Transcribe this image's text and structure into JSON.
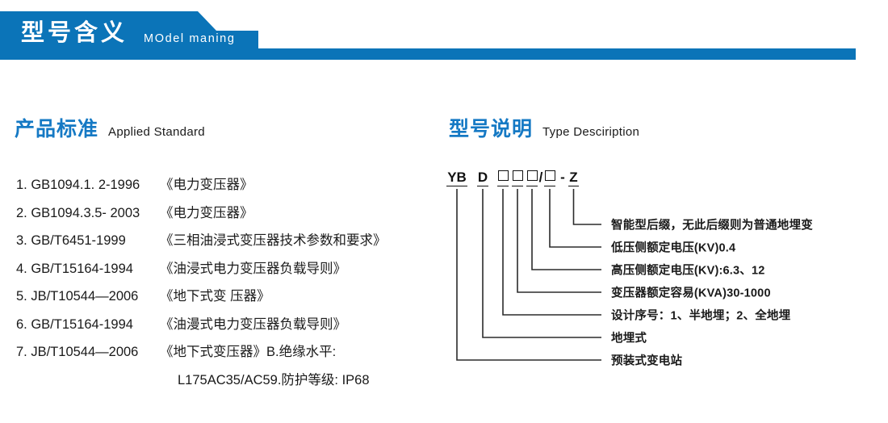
{
  "banner": {
    "title_cn": "型号含义",
    "title_en": "MOdel maning",
    "color": "#0b74b8"
  },
  "sections": {
    "standard": {
      "heading_cn": "产品标准",
      "heading_en": "Applied Standard",
      "accent": "#1579c4"
    },
    "type": {
      "heading_cn": "型号说明",
      "heading_en": "Type Desciription",
      "accent": "#1579c4"
    }
  },
  "standards_list": [
    {
      "index": "1. ",
      "code": "GB1094.1. 2-1996",
      "name": "《电力变压器》"
    },
    {
      "index": "2. ",
      "code": "GB1094.3.5- 2003",
      "name": "《电力变压器》"
    },
    {
      "index": "3. ",
      "code": "GB/T6451-1999",
      "name": "《三相油浸式变压器技术参数和要求》"
    },
    {
      "index": "4. ",
      "code": "GB/T15164-1994",
      "name": "《油浸式电力变压器负载导则》"
    },
    {
      "index": "5. ",
      "code": "JB/T10544—2006",
      "name": "《地下式变 压器》"
    },
    {
      "index": "6. ",
      "code": "GB/T15164-1994",
      "name": "《油漫式电力变压器负载导则》"
    },
    {
      "index": "7. ",
      "code": "JB/T10544—2006",
      "name": "《地下式变压器》B.绝缘水平:"
    }
  ],
  "standards_continuation": "L175AC35/AC59.防护等级: IP68",
  "model_code": {
    "segments": [
      {
        "text": "YB",
        "type": "text"
      },
      {
        "text": "D",
        "type": "text"
      },
      {
        "text": "",
        "type": "box"
      },
      {
        "text": "",
        "type": "box"
      },
      {
        "text": "",
        "type": "box"
      },
      {
        "text": "/",
        "type": "sep"
      },
      {
        "text": "",
        "type": "box"
      },
      {
        "text": "-",
        "type": "sep"
      },
      {
        "text": "Z",
        "type": "text"
      }
    ],
    "display": "YB D □□□/□ - Z"
  },
  "callouts": [
    {
      "label": "智能型后缀，无此后缀则为普通地埋变"
    },
    {
      "label": "低压侧额定电压(KV)0.4"
    },
    {
      "label": "高压侧额定电压(KV):6.3、12"
    },
    {
      "label": "变压器额定容易(KVA)30-1000"
    },
    {
      "label": "设计序号：1、半地埋；2、全地埋"
    },
    {
      "label": "地埋式"
    },
    {
      "label": "预装式变电站"
    }
  ]
}
